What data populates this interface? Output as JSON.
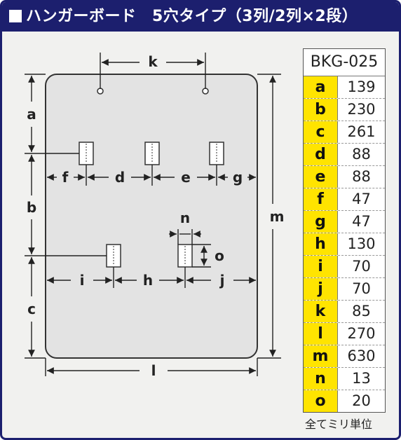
{
  "title": "ハンガーボード　5穴タイプ（3列/2列×2段）",
  "dim_labels": {
    "a": "a",
    "b": "b",
    "c": "c",
    "d": "d",
    "e": "e",
    "f": "f",
    "g": "g",
    "h": "h",
    "i": "i",
    "j": "j",
    "k": "k",
    "l": "l",
    "m": "m",
    "n": "n",
    "o": "o"
  },
  "spec_table": {
    "model": "BKG-025",
    "rows": [
      {
        "key": "a",
        "value": "139"
      },
      {
        "key": "b",
        "value": "230"
      },
      {
        "key": "c",
        "value": "261"
      },
      {
        "key": "d",
        "value": "88"
      },
      {
        "key": "e",
        "value": "88"
      },
      {
        "key": "f",
        "value": "47"
      },
      {
        "key": "g",
        "value": "47"
      },
      {
        "key": "h",
        "value": "130"
      },
      {
        "key": "i",
        "value": "70"
      },
      {
        "key": "j",
        "value": "70"
      },
      {
        "key": "k",
        "value": "85"
      },
      {
        "key": "l",
        "value": "270"
      },
      {
        "key": "m",
        "value": "630"
      },
      {
        "key": "n",
        "value": "13"
      },
      {
        "key": "o",
        "value": "20"
      }
    ]
  },
  "unit_note": "全てミリ単位",
  "colors": {
    "frame": "#1c1f6e",
    "key_bg": "#ffe400",
    "board": "#e3e3e3"
  }
}
